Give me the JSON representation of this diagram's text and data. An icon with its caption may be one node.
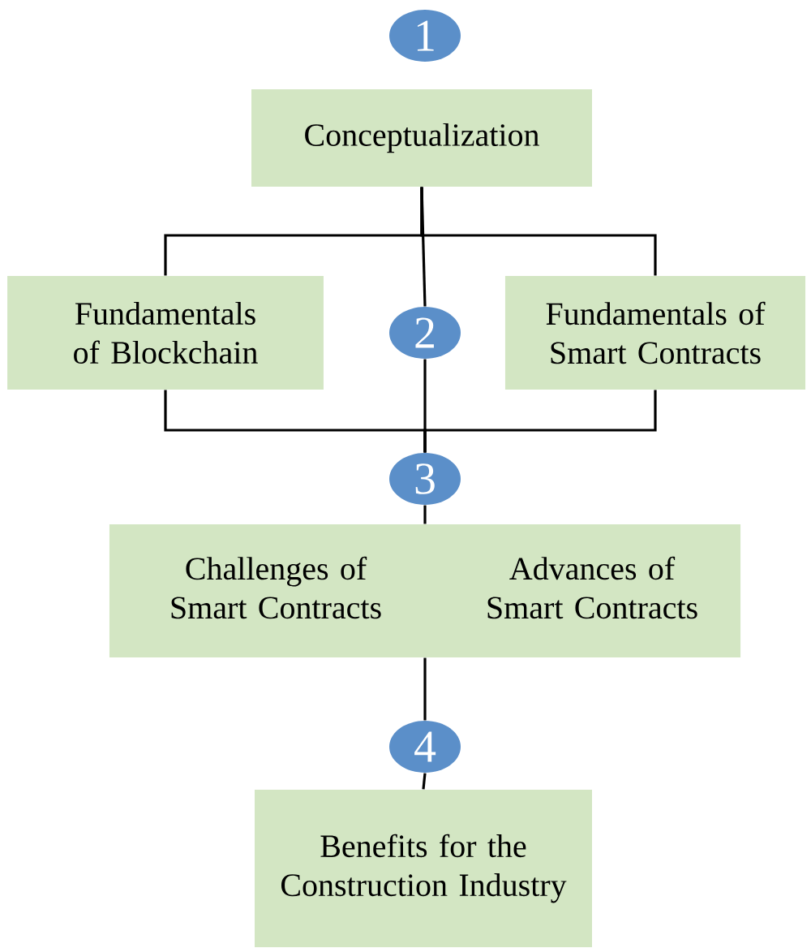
{
  "diagram": {
    "nodes": [
      {
        "text": [
          "1"
        ]
      },
      {
        "text": [
          "Conceptualization"
        ]
      },
      {
        "text": [
          "Fundamentals of Blockchain"
        ]
      },
      {
        "text": [
          "2"
        ]
      },
      {
        "text": [
          "Fundamentals of Smart Contracts"
        ]
      },
      {
        "text": [
          "3"
        ]
      },
      {
        "text": [
          "Challenges of Smart Contracts",
          "Advances of Smart Contracts"
        ]
      },
      {
        "text": [
          "4"
        ]
      },
      {
        "text": [
          "Benefits for the Construction Industry"
        ]
      }
    ],
    "edges": [
      {
        "from": 1,
        "to": 2,
        "arrow": "none"
      },
      {
        "from": 1,
        "to": 3,
        "arrow": "none"
      },
      {
        "from": 1,
        "to": 4,
        "arrow": "none"
      },
      {
        "from": 2,
        "to": 5,
        "arrow": "none"
      },
      {
        "from": 3,
        "to": 5,
        "arrow": "none"
      },
      {
        "from": 4,
        "to": 5,
        "arrow": "none"
      },
      {
        "from": 5,
        "to": 6,
        "arrow": "none"
      },
      {
        "from": 6,
        "to": 7,
        "arrow": "none"
      },
      {
        "from": 7,
        "to": 8,
        "arrow": "none"
      }
    ]
  }
}
